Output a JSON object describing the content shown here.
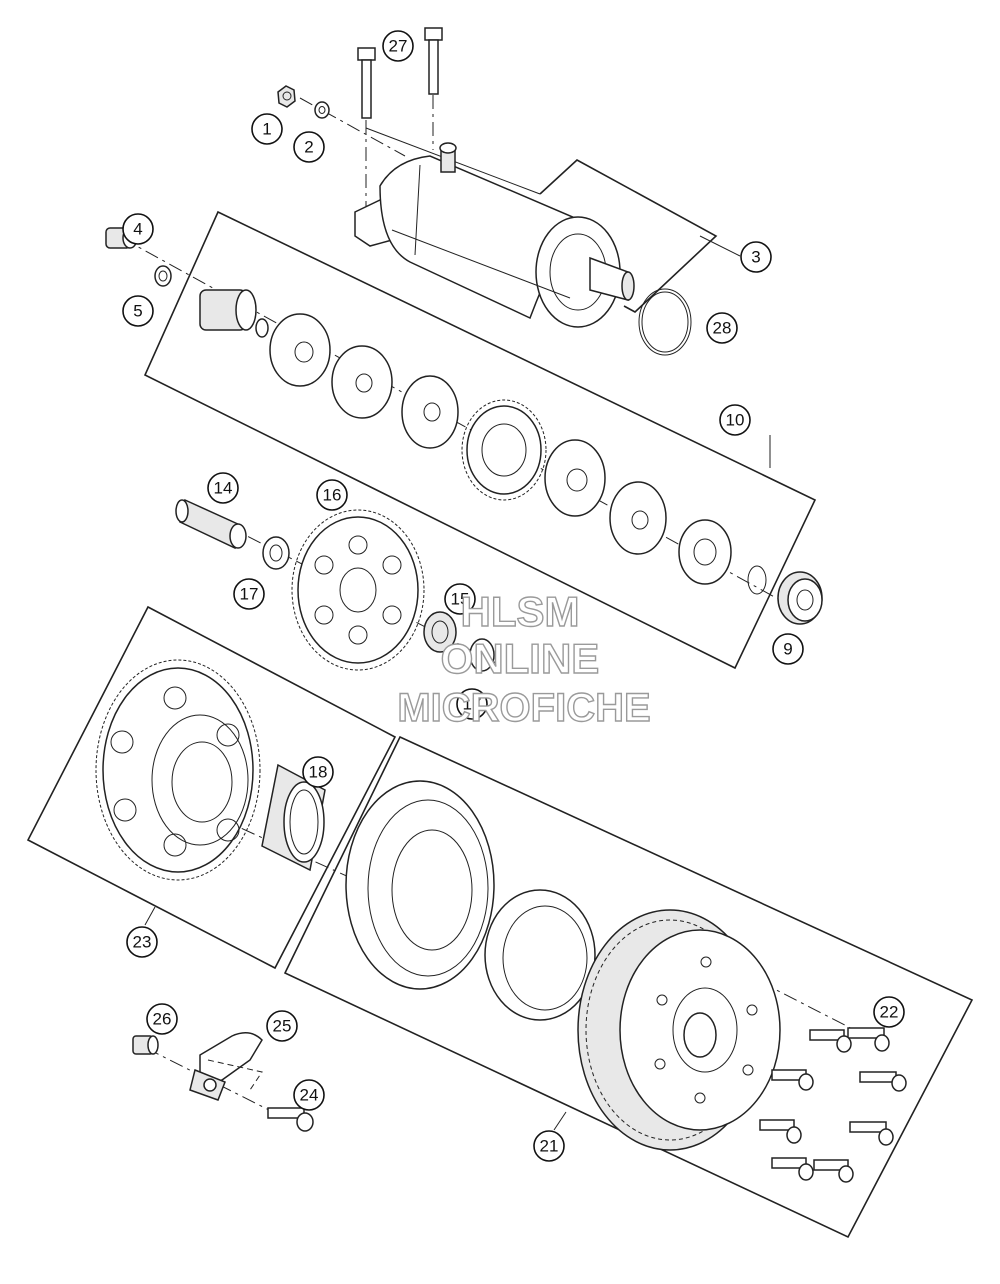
{
  "callouts": {
    "c1": "1",
    "c2": "2",
    "c3": "3",
    "c4": "4",
    "c5": "5",
    "c9": "9",
    "c10": "10",
    "c14": "14",
    "c15": "15",
    "c16": "16",
    "c17a": "17",
    "c17b": "17",
    "c18": "18",
    "c21": "21",
    "c22": "22",
    "c23": "23",
    "c24": "24",
    "c25": "25",
    "c26": "26",
    "c27": "27",
    "c28": "28"
  },
  "watermark": {
    "line1": "HLSM",
    "line2": "ONLINE",
    "line3": "MICROFICHE"
  }
}
